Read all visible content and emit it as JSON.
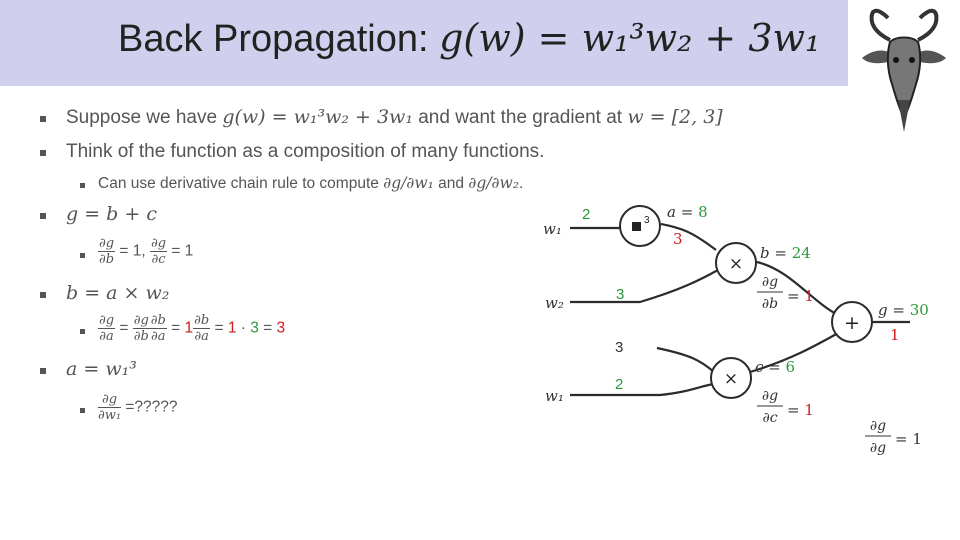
{
  "slide": {
    "title_prefix": "Back Propagation: ",
    "title_math": "g(w) = w₁³w₂ + 3w₁",
    "bullets": {
      "b1": {
        "t1": "Suppose we have ",
        "m1": "g(w) = w₁³w₂ + 3w₁",
        "t2": " and want the gradient at ",
        "m2": "w = [2, 3]"
      },
      "b2": {
        "t1": "Think of the function as a composition of many functions."
      },
      "b2a": {
        "t1": "Can use derivative chain rule to compute ",
        "m1": "∂g/∂w₁",
        "t2": " and ",
        "m2": "∂g/∂w₂",
        "t3": "."
      },
      "b3": {
        "m1": "g = b + c"
      },
      "b3a": {
        "fa_num": "∂g",
        "fa_den": "∂b",
        "eq1": "= 1,",
        "fb_num": "∂g",
        "fb_den": "∂c",
        "eq2": "= 1"
      },
      "b4": {
        "m1": "b = a × w₂"
      },
      "b4a": {
        "f1_num": "∂g",
        "f1_den": "∂a",
        "eq1": " = ",
        "f2_num": "∂g",
        "f2_den": "∂b",
        "f3_num": "∂b",
        "f3_den": "∂a",
        "eq2": " = ",
        "red1": "1",
        "f4_num": "∂b",
        "f4_den": "∂a",
        "eq3": " = ",
        "red2": "1",
        "dot": " · ",
        "green1": "3",
        "eq4": " = ",
        "red3": "3"
      },
      "b5": {
        "m1": "a = w₁³"
      },
      "b5a": {
        "f_num": "∂g",
        "f_den": "∂w₁",
        "tail": " =?????"
      }
    }
  },
  "graph": {
    "inputs": {
      "w1_top": "w₁",
      "w2": "w₂",
      "w1_bottom": "w₁"
    },
    "input_values": {
      "w1_top_green": "2",
      "w2_green": "3",
      "const_three": "3",
      "w1_bottom_green": "2"
    },
    "cube_node": {
      "exponent": "3"
    },
    "a_label": {
      "text": "a = ",
      "value": "8"
    },
    "a_grad": "3",
    "mult_symbol": "×",
    "plus_symbol": "+",
    "b_label": {
      "text": "b = ",
      "value": "24"
    },
    "c_label": {
      "text": "c = ",
      "value": "6"
    },
    "g_label": {
      "text": "g = ",
      "value": "30"
    },
    "g_grad": "1",
    "db": {
      "num": "∂g",
      "den": "∂b",
      "eq": "= ",
      "value": "1"
    },
    "dc": {
      "num": "∂g",
      "den": "∂c",
      "eq": "= ",
      "value": "1"
    },
    "dg": {
      "num": "∂g",
      "den": "∂g",
      "eq": "= 1"
    }
  },
  "colors": {
    "title_bar": "#d0d0ee",
    "red": "#d11a1a",
    "green": "#2a9a3a"
  }
}
